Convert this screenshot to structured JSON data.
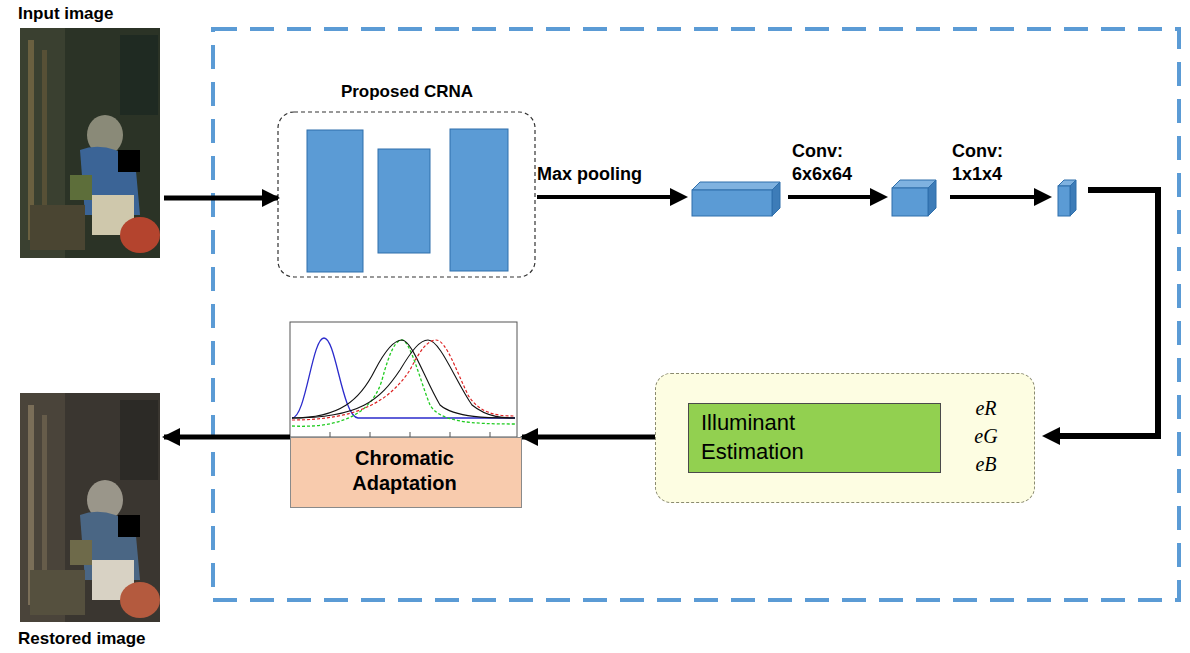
{
  "diagram": {
    "nodes": [
      {
        "text": [
          "Input image"
        ]
      },
      {
        "text": [
          "Proposed CRNA"
        ]
      },
      {
        "text": [
          "eR",
          "eG",
          "eB"
        ]
      },
      {
        "text": [
          "Illuminant Estimation"
        ],
        "in": 2
      },
      {
        "text": [
          "Chromatic Adaptation"
        ]
      },
      {
        "text": [
          "Restored image"
        ]
      }
    ],
    "edges": [
      {
        "from": 0,
        "to": 1,
        "arrow": "to"
      },
      {
        "from": 2,
        "to": 4,
        "arrow": "to"
      },
      {
        "from": 4,
        "to": 5,
        "arrow": "to"
      }
    ],
    "labels": [
      "Max pooling",
      "Conv: 6x6x64",
      "Conv: 1x1x4"
    ]
  }
}
